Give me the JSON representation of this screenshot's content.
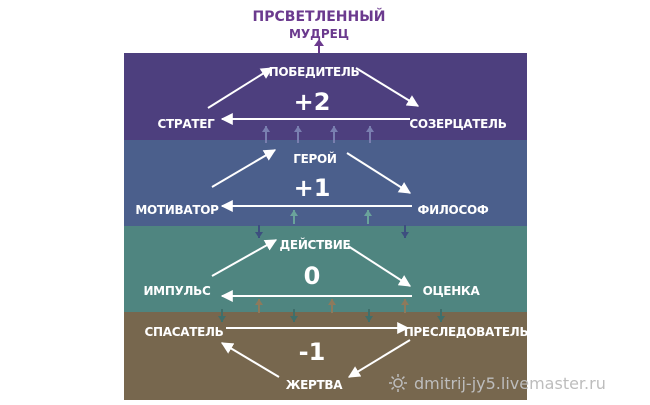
{
  "top": {
    "title": "ПРСВЕТЛЕННЫЙ",
    "subtitle": "МУДРЕЦ"
  },
  "colors": {
    "band_plus2": "#4d3f7e",
    "band_plus1": "#4b5f8c",
    "band_zero": "#4f8580",
    "band_minus1": "#77674e",
    "top_text": "#6b3a8e",
    "text": "#ffffff"
  },
  "bands": [
    {
      "id": "plus2",
      "level": "+2",
      "top_node": "ПОБЕДИТЕЛЬ",
      "left_node": "СТРАТЕГ",
      "right_node": "СОЗЕРЦАТЕЛЬ"
    },
    {
      "id": "plus1",
      "level": "+1",
      "top_node": "ГЕРОЙ",
      "left_node": "МОТИВАТОР",
      "right_node": "ФИЛОСОФ"
    },
    {
      "id": "zero",
      "level": "0",
      "top_node": "ДЕЙСТВИЕ",
      "left_node": "ИМПУЛЬС",
      "right_node": "ОЦЕНКА"
    },
    {
      "id": "minus1",
      "level": "-1",
      "bottom_node": "ЖЕРТВА",
      "left_node": "СПАСАТЕЛЬ",
      "right_node": "ПРЕСЛЕДОВАТЕЛЬ"
    }
  ],
  "watermark": {
    "text": "dmitrij-jy5.livemaster.ru",
    "icon": "sun-flower-icon"
  }
}
